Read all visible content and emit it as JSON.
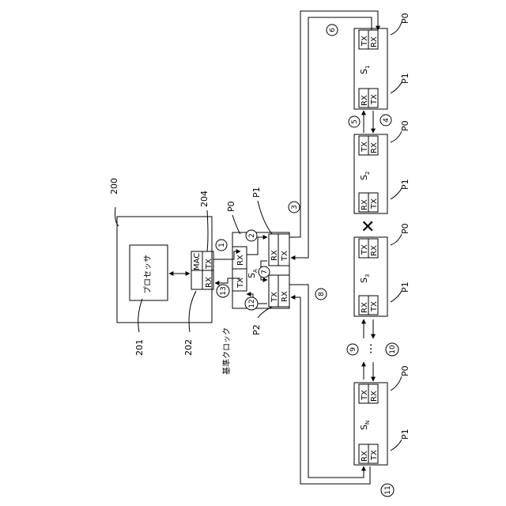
{
  "host": {
    "ref": "200",
    "processor": {
      "label": "プロセッサ",
      "ref": "201"
    },
    "mac": {
      "label": "MAC",
      "tx": "TX",
      "rx": "RX",
      "ref_tx": "204",
      "ref": "202"
    },
    "clock_label": "基準クロック"
  },
  "switch_a": {
    "name": "S",
    "sub": "A",
    "p0": "P0",
    "p1": "P1",
    "p2": "P2",
    "rx": "RX",
    "tx": "TX"
  },
  "switches": [
    {
      "name": "S",
      "sub": "1",
      "p0": "P0",
      "p1": "P1",
      "tx": "TX",
      "rx": "RX"
    },
    {
      "name": "S",
      "sub": "2",
      "p0": "P0",
      "p1": "P1",
      "tx": "TX",
      "rx": "RX"
    },
    {
      "name": "S",
      "sub": "3",
      "p0": "P0",
      "p1": "P1",
      "tx": "TX",
      "rx": "RX"
    },
    {
      "name": "S",
      "sub": "N",
      "p0": "P0",
      "p1": "P1",
      "tx": "TX",
      "rx": "RX"
    }
  ],
  "steps": [
    "1",
    "2",
    "3",
    "4",
    "5",
    "6",
    "7",
    "8",
    "9",
    "10",
    "11",
    "12",
    "13"
  ],
  "ellipsis": "…",
  "break_mark": "✕"
}
